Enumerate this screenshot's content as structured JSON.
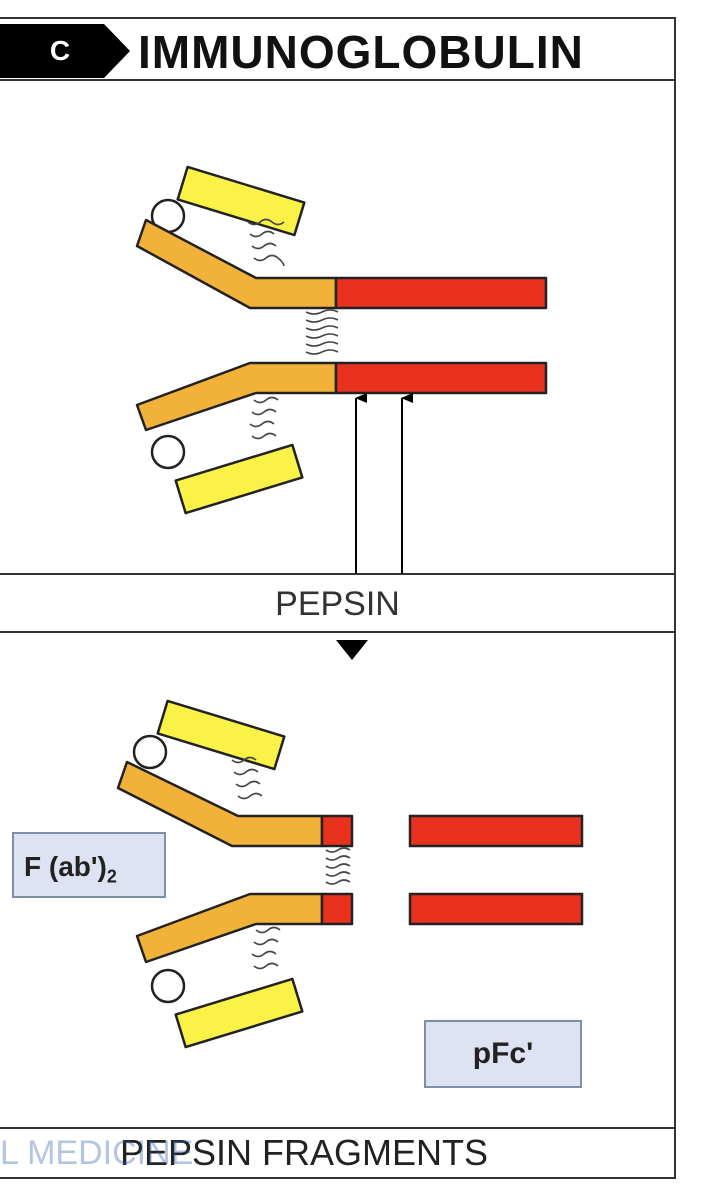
{
  "header": {
    "panel_letter": "C",
    "title": "IMMUNOGLOBULIN"
  },
  "step_label": "PEPSIN",
  "footer_label": "PEPSIN FRAGMENTS",
  "watermark": "L MEDICINE",
  "labels": {
    "fab_main": "F (ab')",
    "fab_sub": "2",
    "pfc": "pFc'"
  },
  "colors": {
    "heavy_variable": "#f2b23a",
    "heavy_constant": "#e8321e",
    "light_chain": "#fbf247",
    "label_box": "#dde3f2",
    "header_tag": "#000000"
  }
}
